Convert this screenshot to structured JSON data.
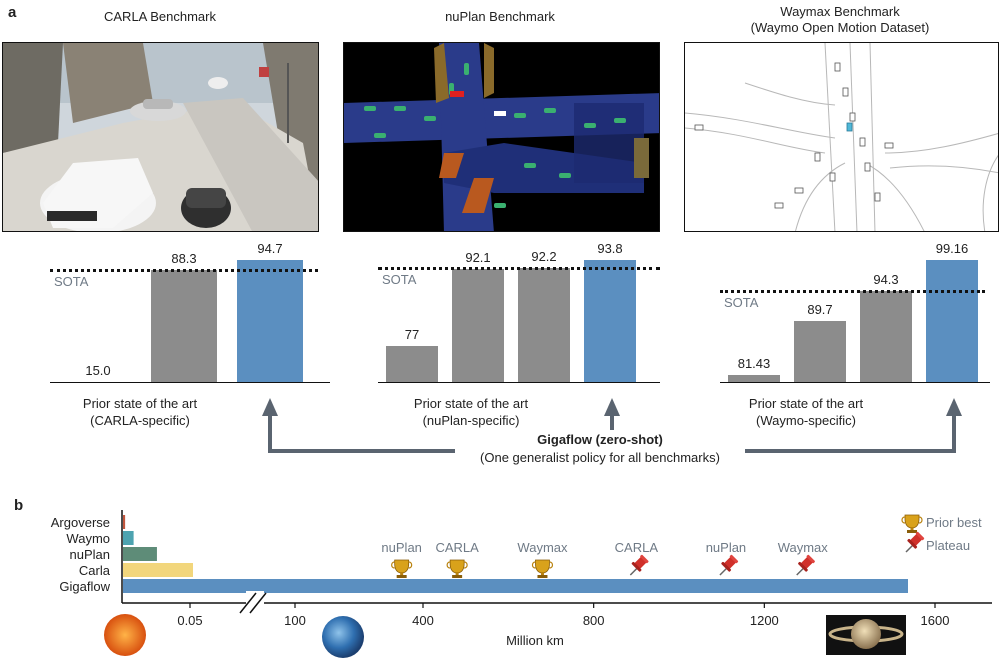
{
  "panel_letters": {
    "a": "a",
    "b": "b"
  },
  "titles": {
    "carla": "CARLA Benchmark",
    "nuplan": "nuPlan Benchmark",
    "waymax_line1": "Waymax Benchmark",
    "waymax_line2": "(Waymo Open Motion Dataset)"
  },
  "colors": {
    "prior": "#8c8c8c",
    "gigaflow": "#5b8fc0",
    "arrow": "#5a6470",
    "sota_text": "#6f7a86"
  },
  "chart_data": [
    {
      "type": "bar",
      "name": "carla",
      "values": [
        15.0,
        88.3,
        94.7
      ],
      "value_labels": [
        "15.0",
        "88.3",
        "94.7"
      ],
      "bar_kinds": [
        "prior",
        "prior",
        "gigaflow"
      ],
      "sota": 88.3,
      "sota_label": "SOTA",
      "caption_line1": "Prior state of the art",
      "caption_line2": "(CARLA-specific)"
    },
    {
      "type": "bar",
      "name": "nuplan",
      "values": [
        77,
        92.1,
        92.2,
        93.8
      ],
      "value_labels": [
        "77",
        "92.1",
        "92.2",
        "93.8"
      ],
      "bar_kinds": [
        "prior",
        "prior",
        "prior",
        "gigaflow"
      ],
      "sota": 92.2,
      "sota_label": "SOTA",
      "caption_line1": "Prior state of the art",
      "caption_line2": "(nuPlan-specific)"
    },
    {
      "type": "bar",
      "name": "waymax",
      "values": [
        81.43,
        89.7,
        94.3,
        99.16
      ],
      "value_labels": [
        "81.43",
        "89.7",
        "94.3",
        "99.16"
      ],
      "bar_kinds": [
        "prior",
        "prior",
        "prior",
        "gigaflow"
      ],
      "sota": 94.3,
      "sota_label": "SOTA",
      "caption_line1": "Prior state of the art",
      "caption_line2": "(Waymo-specific)"
    },
    {
      "type": "bar",
      "orientation": "horizontal",
      "name": "distance",
      "categories": [
        "Argoverse",
        "Waymo",
        "nuPlan",
        "Carla",
        "Gigaflow"
      ],
      "values": [
        0.002,
        0.01,
        0.032,
        0.066,
        1600
      ],
      "bar_colors": [
        "#c0563e",
        "#4da3b0",
        "#5e8c78",
        "#f2d67c",
        "#5b8fc0"
      ],
      "x_tick_labels": [
        "0.05",
        "100",
        "400",
        "800",
        "1200",
        "1600"
      ],
      "x_ticks_main": [
        100,
        400,
        800,
        1200,
        1600
      ],
      "x_break": true,
      "xlabel": "Million km",
      "milestones": [
        {
          "label": "nuPlan",
          "value": 350,
          "kind": "trophy"
        },
        {
          "label": "CARLA",
          "value": 480,
          "kind": "trophy"
        },
        {
          "label": "Waymax",
          "value": 680,
          "kind": "trophy"
        },
        {
          "label": "CARLA",
          "value": 900,
          "kind": "pin"
        },
        {
          "label": "nuPlan",
          "value": 1110,
          "kind": "pin"
        },
        {
          "label": "Waymax",
          "value": 1290,
          "kind": "pin"
        }
      ],
      "legend": [
        {
          "label": "Prior best",
          "kind": "trophy"
        },
        {
          "label": "Plateau",
          "kind": "pin"
        }
      ]
    }
  ],
  "gigaflow": {
    "title": "Gigaflow (zero-shot)",
    "subtitle": "(One generalist policy for all benchmarks)"
  }
}
